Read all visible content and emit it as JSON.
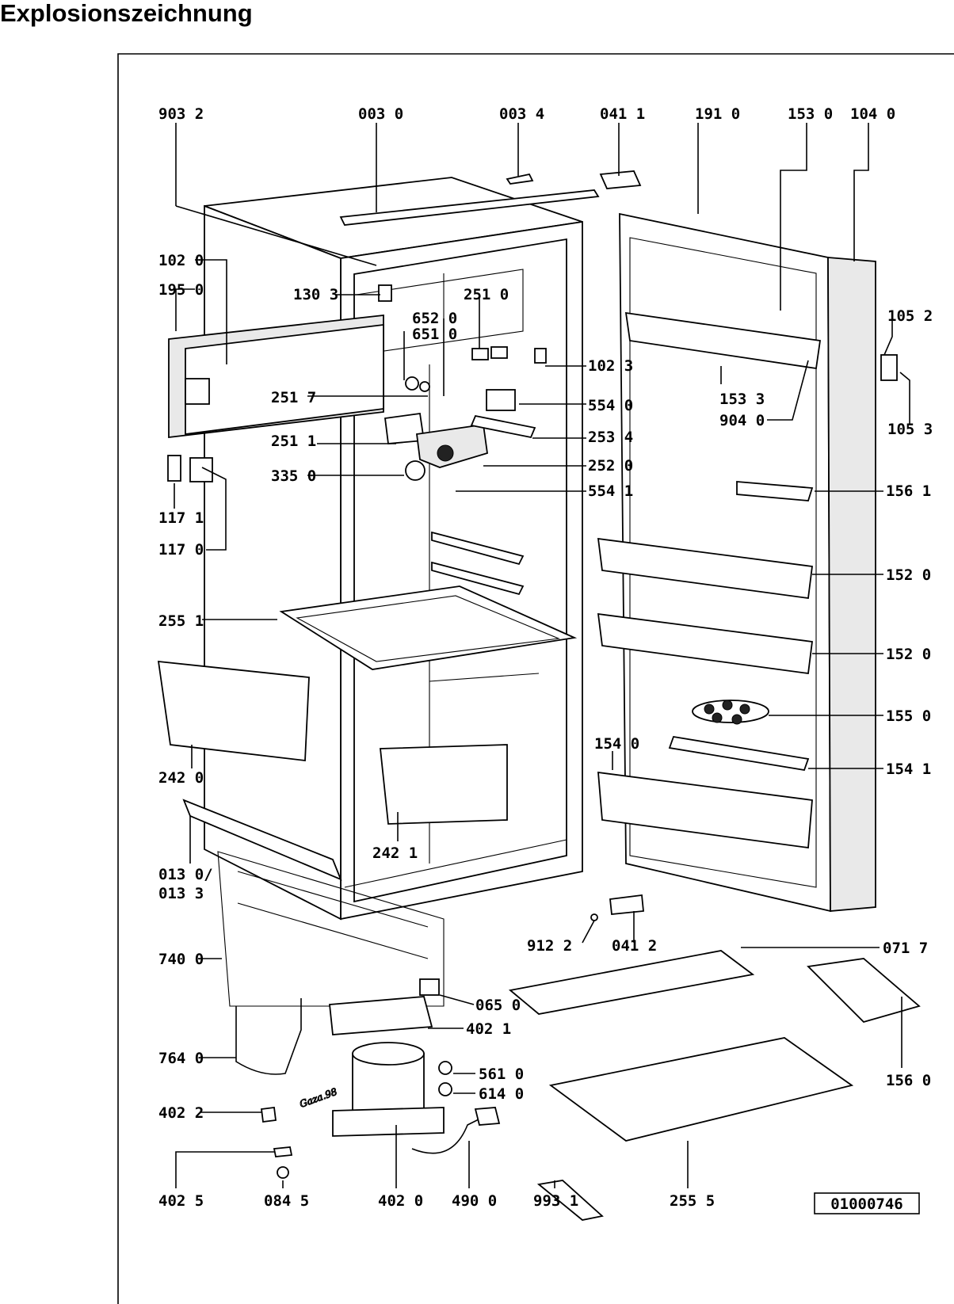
{
  "title": "Explosionszeichnung",
  "drawing_number": "01000746",
  "parts": {
    "p903_2": "903 2",
    "p003_0": "003 0",
    "p003_4": "003 4",
    "p041_1": "041 1",
    "p191_0": "191 0",
    "p153_0": "153 0",
    "p104_0": "104 0",
    "p102_0": "102 0",
    "p195_0": "195 0",
    "p130_3": "130 3",
    "p251_0": "251 0",
    "p652_0": "652 0",
    "p651_0": "651 0",
    "p102_3": "102 3",
    "p105_2": "105 2",
    "p105_3": "105 3",
    "p153_3": "153 3",
    "p904_0": "904 0",
    "p251_7": "251 7",
    "p554_0": "554 0",
    "p251_1": "251 1",
    "p253_4": "253 4",
    "p252_0": "252 0",
    "p335_0": "335 0",
    "p554_1": "554 1",
    "p156_1": "156 1",
    "p117_1": "117 1",
    "p117_0": "117 0",
    "p152_0a": "152 0",
    "p255_1": "255 1",
    "p152_0b": "152 0",
    "p155_0": "155 0",
    "p154_0": "154 0",
    "p154_1": "154 1",
    "p242_0": "242 0",
    "p242_1": "242 1",
    "p013_0": "013 0/",
    "p013_3": "013 3",
    "p740_0": "740 0",
    "p912_2": "912 2",
    "p041_2": "041 2",
    "p071_7": "071 7",
    "p065_0": "065 0",
    "p402_1": "402 1",
    "p764_0": "764 0",
    "p561_0": "561 0",
    "p614_0": "614 0",
    "p156_0": "156 0",
    "p402_2": "402 2",
    "p402_5": "402 5",
    "p084_5": "084 5",
    "p402_0": "402 0",
    "p490_0": "490 0",
    "p993_1": "993 1",
    "p255_5": "255 5"
  },
  "scribble": "Gaza.98"
}
